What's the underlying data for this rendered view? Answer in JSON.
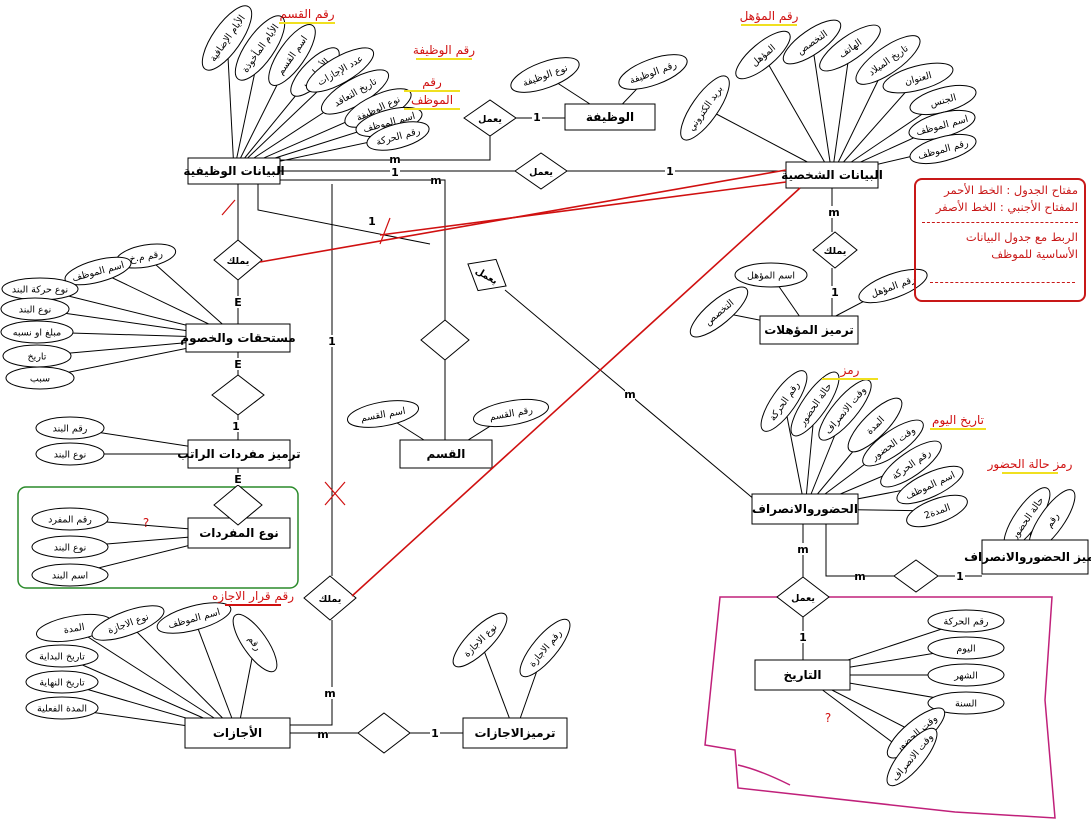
{
  "entities": [
    "البيانات الوظيفية",
    "الوظيفة",
    "البيانات الشخصية",
    "ترميز المؤهلات",
    "مستحقات والخصوم",
    "ترميز مفردات الراتب",
    "القسم",
    "نوع المفردات",
    "الحضوروالانصراف",
    "ترميز الحضوروالانصراف",
    "التاريخ",
    "الأجازات",
    "ترميزالاجازات"
  ],
  "relationships": [
    "يعمل",
    "يعمل",
    "يملك",
    "يملك",
    "يعمل",
    "",
    "",
    "",
    "يملك",
    "يعمل",
    "",
    ""
  ],
  "attributes": {
    "job_data": [
      "الأيام الإضافية",
      "الأيام المأخوذة",
      "اسم القسم",
      "الأساسي",
      "عدد الإجازات",
      "تاريخ التعاقد",
      "نوع الوظيفة",
      "اسم الموظف",
      "رقم الحركة"
    ],
    "job": [
      "نوع الوظيفة",
      "رقم الوظيفة"
    ],
    "personal_data": [
      "بريد الكتروني",
      "المؤهل",
      "التخصص",
      "الهاتف",
      "تاريخ الميلاد",
      "العنوان",
      "الجنس",
      "اسم الموظف",
      "رقم الموظف"
    ],
    "qualifications": [
      "اسم المؤهل",
      "التخصص",
      "رقم المؤهل"
    ],
    "allowances": [
      "رقم م.خ",
      "اسم الموظف",
      "نوع حركة البند",
      "نوع البند",
      "مبلغ او نسبه",
      "تاريخ",
      "سبب"
    ],
    "salary_items": [
      "رقم البند",
      "نوع البند"
    ],
    "department": [
      "اسم القسم",
      "رقم القسم"
    ],
    "item_types": [
      "رقم المفرد",
      "نوع البند",
      "اسم البند"
    ],
    "attendance": [
      "رقم الحركة",
      "حالة الحضور",
      "وقت الانصراف",
      "المدة",
      "وقت الحضور",
      "رقم الحركة",
      "اسم الموظف",
      "المدة2"
    ],
    "attendance_codes": [
      "حالة الحضور",
      "رقم"
    ],
    "date": [
      "رقم الحركة",
      "اليوم",
      "الشهر",
      "السنة",
      "وقت الحضور",
      "وقت الانصراف"
    ],
    "leaves": [
      "المدة",
      "تاريخ البداية",
      "تاريخ النهاية",
      "المدة الفعلية",
      "نوع الاجازة",
      "اسم الموظف",
      "رقم"
    ],
    "leave_codes": [
      "نوع الاجازة",
      "رقم الاجازة"
    ]
  },
  "cardinalities": [
    "m",
    "1",
    "m",
    "1",
    "1",
    "m",
    "1",
    "E",
    "E",
    "1",
    "E",
    "1",
    "m",
    "m",
    "m",
    "1",
    "1",
    "m",
    "m",
    "1",
    "1"
  ],
  "annotations": [
    "رقم القسم",
    "رقم الوظيفة",
    "رقم",
    "الموظف",
    "رقم المؤهل",
    "رمز",
    "تاريخ اليوم",
    "رمز حالة الحضور",
    "رقم قرار الاجازه",
    "?",
    "?"
  ],
  "legend": {
    "line1": "مفتاح الجدول : الخط الأحمر",
    "line2": "المفتاح الأجنبي : الخط الأصفر",
    "line3": "الربط مع جدول البيانات الأساسية للموظف"
  },
  "colors": {
    "primary_key": "#d01010",
    "foreign_key": "#f0e020",
    "note_box": "#c81818",
    "group_box": "#2a8a2a",
    "date_box": "#c0207a"
  }
}
